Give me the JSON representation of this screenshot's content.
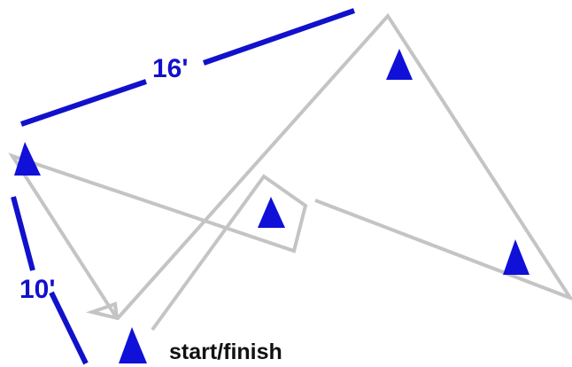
{
  "diagram": {
    "dimension_top": "16'",
    "dimension_left": "10'",
    "start_label": "start/finish"
  },
  "colors": {
    "path": "#c4c4c4",
    "dimension": "#1111cc",
    "cone": "#1010d8",
    "text": "#111111"
  }
}
